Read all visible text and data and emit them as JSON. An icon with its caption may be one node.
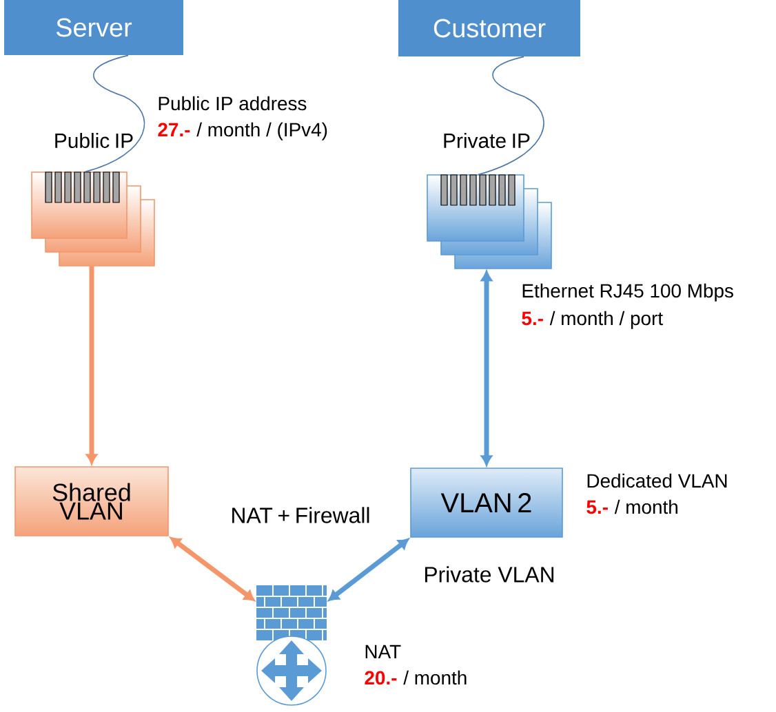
{
  "diagram": {
    "nodes": [
      {
        "text": [
          "Server"
        ]
      },
      {
        "text": [
          "Customer"
        ]
      },
      {
        "text": [
          "Public IP"
        ],
        "beside": [
          "Public IP address",
          "27.-",
          "/ month / (IPv4)"
        ]
      },
      {
        "text": [
          "Private IP"
        ]
      },
      {
        "text": [
          "Shared VLAN"
        ]
      },
      {
        "text": [
          "VLAN 2"
        ],
        "beside": [
          "Dedicated VLAN",
          "5.-",
          "/ month"
        ]
      },
      {
        "text": [
          "NAT + Firewall"
        ],
        "beside": [
          "NAT",
          "20.-",
          "/ month"
        ]
      }
    ],
    "edges": [
      {
        "from": 0,
        "to": 2,
        "arrow": "none",
        "color": "#4a77a8"
      },
      {
        "from": 1,
        "to": 3,
        "arrow": "none",
        "color": "#4a77a8"
      },
      {
        "from": 2,
        "to": 4,
        "arrow": "to",
        "color": "#f4956a"
      },
      {
        "from": 3,
        "to": 5,
        "arrow": "both",
        "color": "#5b9bd5"
      },
      {
        "from": 4,
        "to": 6,
        "arrow": "both",
        "color": "#f4956a"
      },
      {
        "from": 5,
        "to": 6,
        "arrow": "both",
        "color": "#5b9bd5"
      }
    ],
    "labels": [
      "Ethernet RJ45 100 Mbps",
      "5.-",
      "/ month / port",
      "Private VLAN"
    ]
  }
}
